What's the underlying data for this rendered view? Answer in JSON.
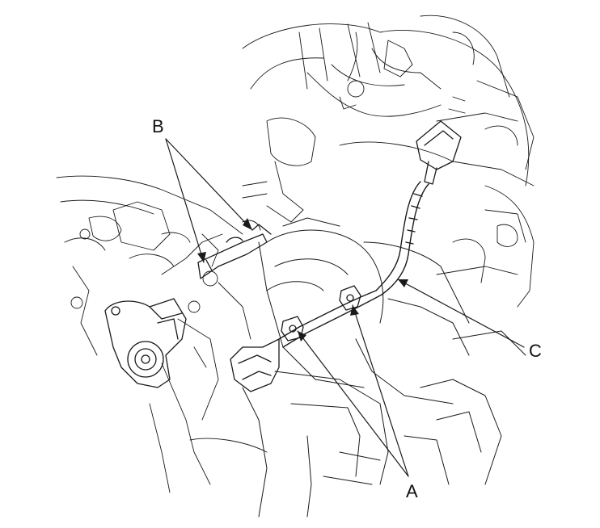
{
  "diagram": {
    "callouts": {
      "a": "A",
      "b": "B",
      "c": "C"
    },
    "colors": {
      "ink": "#1a1a1a",
      "paper": "#ffffff"
    }
  }
}
